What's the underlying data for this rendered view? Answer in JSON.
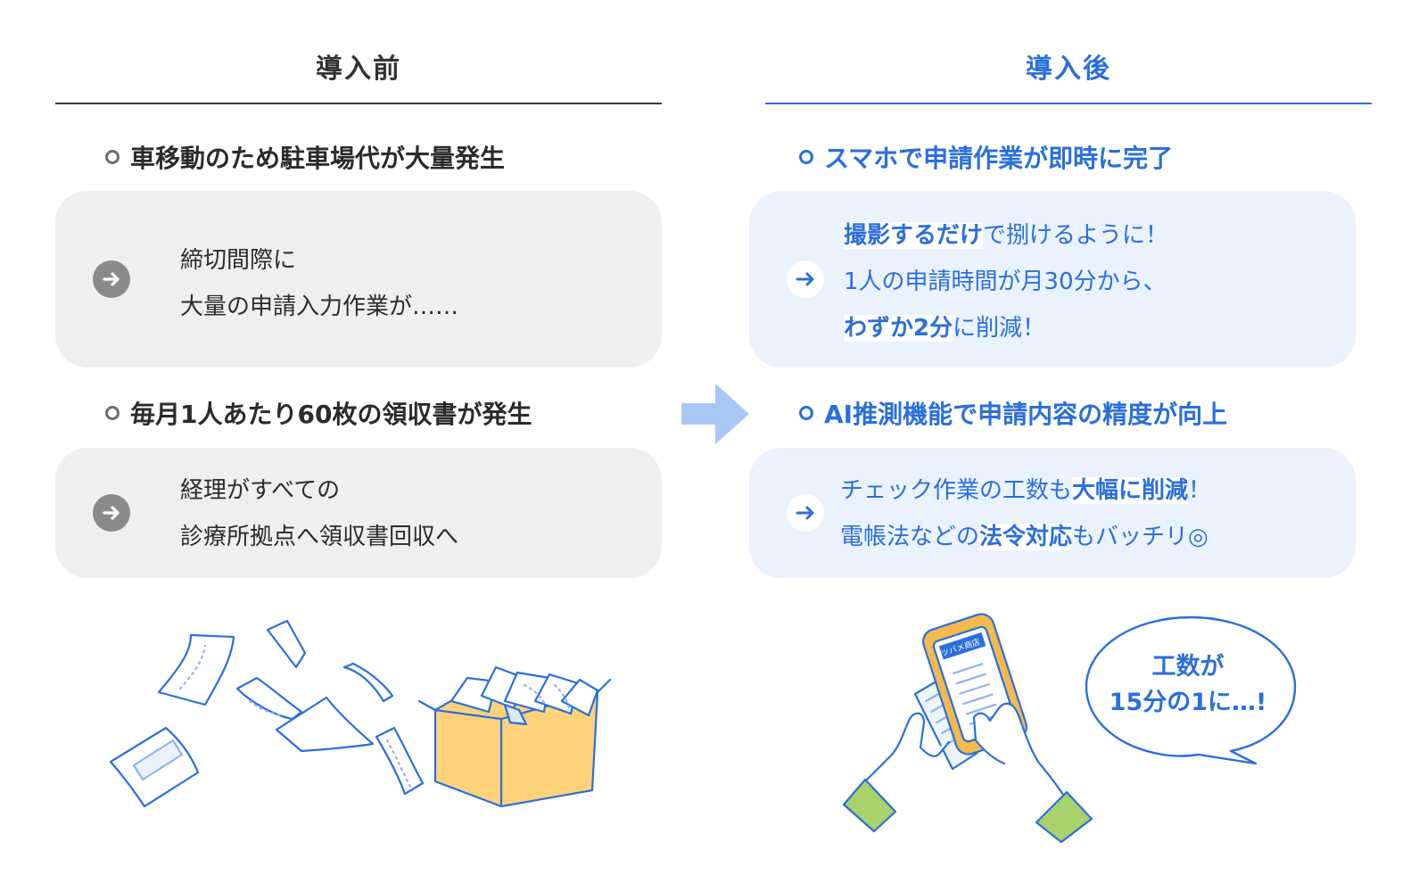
{
  "before": {
    "heading": "導入前",
    "sections": [
      {
        "point": "車移動のため駐車場代が大量発生",
        "lines": [
          "締切間際に",
          "大量の申請入力作業が……"
        ]
      },
      {
        "point": "毎月1人あたり60枚の領収書が発生",
        "lines": [
          "経理がすべての",
          "診療所拠点へ領収書回収へ"
        ]
      }
    ]
  },
  "after": {
    "heading": "導入後",
    "sections": [
      {
        "point": "スマホで申請作業が即時に完了",
        "lines": [
          [
            {
              "text": "撮影するだけ",
              "hl": true
            },
            {
              "text": "で捌けるように！",
              "hl": false
            }
          ],
          [
            {
              "text": "1人の申請時間が月30分から、",
              "hl": false
            }
          ],
          [
            {
              "text": "わずか2分",
              "hl": true
            },
            {
              "text": "に削減！",
              "hl": false
            }
          ]
        ]
      },
      {
        "point": "AI推測機能で申請内容の精度が向上",
        "lines": [
          [
            {
              "text": "チェック作業の工数も",
              "hl": false
            },
            {
              "text": "大幅に削減",
              "hl": true
            },
            {
              "text": "！",
              "hl": false
            }
          ],
          [
            {
              "text": "電帳法などの",
              "hl": false
            },
            {
              "text": "法令対応",
              "hl": true
            },
            {
              "text": "もバッチリ◎",
              "hl": false
            }
          ]
        ]
      }
    ]
  },
  "speech_bubble": {
    "line1": "工数が",
    "line2": "15分の1に…!"
  },
  "receipt_text": "ツバメ商店",
  "colors": {
    "accent_blue": "#2a6fdb",
    "card_before": "#efefef",
    "card_after": "#eaf2fd",
    "arrow_light_blue": "#a9c7f5",
    "box_yellow": "#ffd27a",
    "phone_orange": "#f6b94d",
    "sleeve_green": "#a7d26c"
  },
  "icons": {
    "before_arrow": "arrow-right-circle-icon",
    "after_arrow": "arrow-right-icon",
    "transition": "big-right-arrow-icon"
  }
}
